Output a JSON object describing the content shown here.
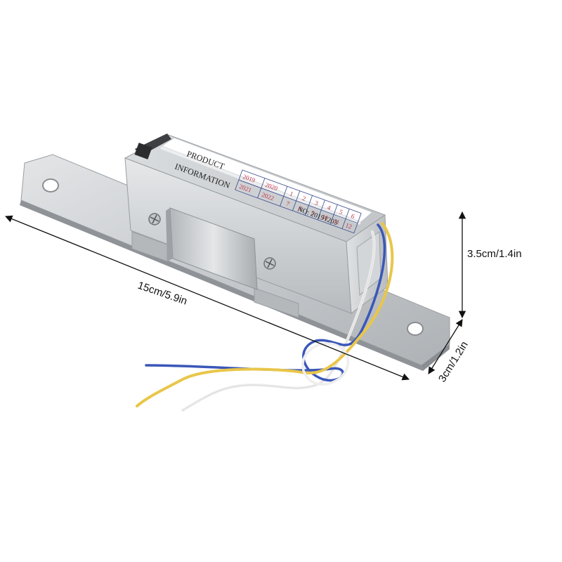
{
  "dimensions": {
    "length": "15cm/5.9in",
    "height": "3.5cm/1.4in",
    "width": "3cm/1.2in"
  },
  "label_plate": {
    "line1": "PRODUCT",
    "line2": "INFORMATION",
    "years": [
      "2019",
      "2020",
      "2021",
      "2022"
    ],
    "months_row1": [
      "1",
      "2",
      "3",
      "4",
      "5",
      "6"
    ],
    "months_row2": [
      "7",
      "8",
      "9",
      "10",
      "11",
      "12"
    ],
    "serial": "NO: 20191203"
  },
  "colors": {
    "steel": "#c9cccf",
    "wire_yellow": "#e9c64a",
    "wire_blue": "#3a57b8",
    "wire_white": "#f2f2f2",
    "grid_red": "#c0304a"
  }
}
